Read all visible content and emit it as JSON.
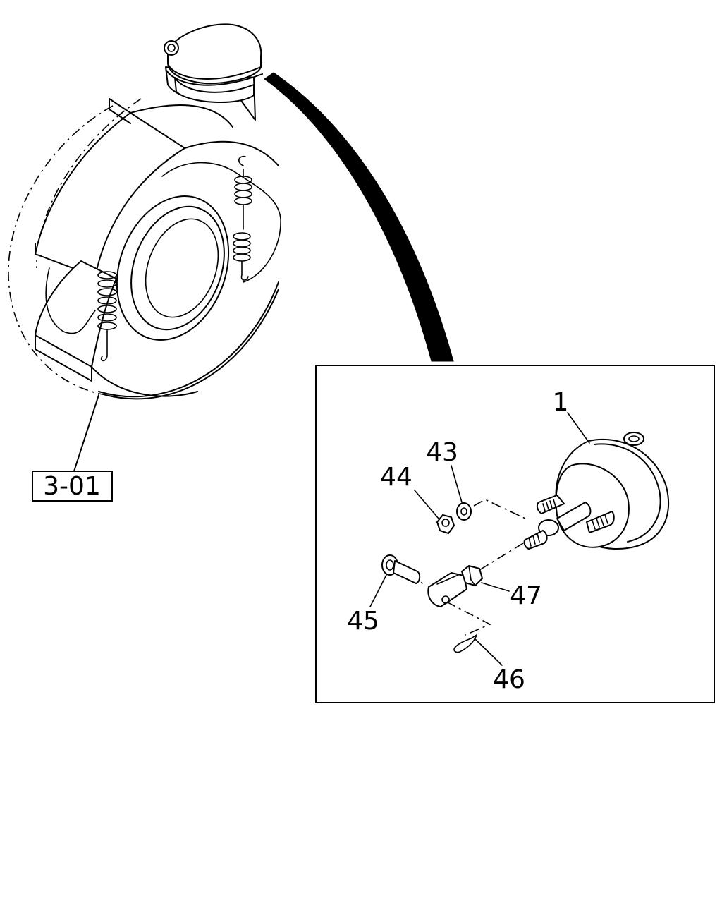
{
  "assembly_ref": "3-01",
  "callouts": [
    {
      "id": "1",
      "text": "1"
    },
    {
      "id": "43",
      "text": "43"
    },
    {
      "id": "44",
      "text": "44"
    },
    {
      "id": "45",
      "text": "45"
    },
    {
      "id": "46",
      "text": "46"
    },
    {
      "id": "47",
      "text": "47"
    }
  ]
}
